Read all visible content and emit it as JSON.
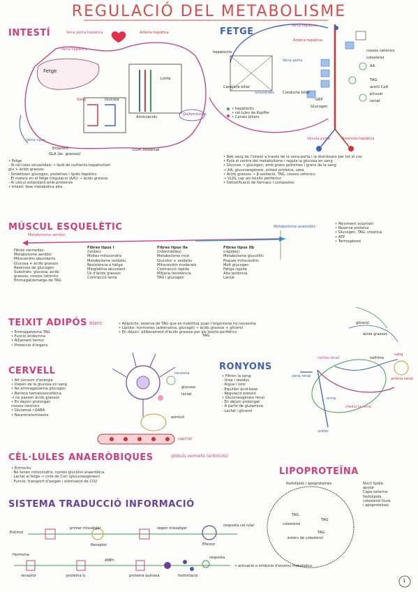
{
  "page": {
    "title": "REGULACIÓ DEL METABOLISME",
    "page_number": "1"
  },
  "intesti": {
    "heading": "INTESTÍ",
    "labels": {
      "vena_porta_hepatica": "Vena porta hepàtica",
      "artery_hepatica": "Artèria hepàtica",
      "vena_hepatica": "Vena hepàtica",
      "fetge": "Fetge",
      "vena_cava": "Vena cava",
      "quilomicrons": "Quilomicrons",
      "glucosa": "Glucosa",
      "aminoacids": "Aminoàcids",
      "limfa": "Limfa",
      "enterocit": "Enteròcit",
      "gla_ac_grassos": "GLA (àc. grassos)",
      "sang": "Sang",
      "llum_intestinal": "Llum intestinal"
    },
    "notes": [
      "• Fetge",
      "   - Al cèl·lules sinusoïdals → lipid de nutrients hepatocitari",
      "     glu + àcids grassos",
      "   - Sintetitzen glucògen, proteïnes i lípids hepàtics",
      "   - El mateix en el fetge (regulació (AA)) → àcids grassos",
      "   - Al càlcul estàndard amb proteïnes",
      "• Intestí: fase metabòlica alta"
    ]
  },
  "fetge": {
    "heading": "FETGE",
    "labels": {
      "vena_hepatica": "Vena hepàtica",
      "hepatocits": "hepatòcits",
      "arteria_hepatica": "Artèria hepàtica",
      "vena_porta": "Vena porta",
      "canalicle_biliar": "Canalicle biliar",
      "sinusoides": "Sinusoides",
      "conducte_biliar": "Conducte biliar",
      "venula_porta": "Vènula porta",
      "arteriola_hepatica": "Arteriola hepàtica",
      "g6p": "G6P",
      "glucogen": "Glucogen",
      "aa": "AA",
      "tag": "TAG",
      "acetil_coa": "acetil CoA",
      "piruvat": "piruvat",
      "lactat": "lactat",
      "cossos_cetonics": "cossos cetònics",
      "colesterol": "colesterol"
    },
    "legend": [
      "• hepatòcits",
      "• cèl·lules de Kupffer",
      "• Canals biliars"
    ],
    "notes": [
      "• Reb sang de l'intestí a través de la vena porta i la distribueix per tot el cos",
      "• Està al centre del metabolisme i regula la glucosa en sang",
      "• Glucosa → glucogen; amb grans proteïnes i grans de la sang",
      "   → AA, gluconeogènesi, síntesi proteica, urea",
      "• Àcids grassos → β-oxidació, TAG, cossos cetònics",
      "   → VLDL cap als teixits perifèrics",
      "• Detoxificació de fàrmacs i compostos"
    ]
  },
  "muscul": {
    "heading": "MÚSCUL ESQUELÈTIC",
    "arrow_left": "Metabolisme aeròbic",
    "arrow_right": "Metabolisme anaeròbic",
    "fibers": [
      {
        "name": "Fibres tipus I",
        "sub": "(lentes)",
        "lines": [
          "Moltes mitocondris",
          "Metabolisme oxidatiu",
          "Resistència a fatiga",
          "Mioglobina abundant",
          "Ús d'àcids grassos",
          "Contracció lenta"
        ]
      },
      {
        "name": "Fibres tipus IIa",
        "sub": "(intermèdies)",
        "lines": [
          "Metabolisme mixt",
          "Glucòlisi + oxidatiu",
          "Mitocondris moderats",
          "Contracció ràpida",
          "Mitjana resistència",
          "TAG i glucogen"
        ]
      },
      {
        "name": "Fibres tipus IIb",
        "sub": "(ràpides)",
        "lines": [
          "Metabolisme glucolític",
          "Poques mitocondris",
          "Molt glucogen",
          "Fatiga ràpida",
          "Alta potència",
          "Lactat"
        ]
      }
    ],
    "left_notes": [
      "Fibres vermelles:",
      "Metabolisme aeròbic",
      "Mitocondris abundants",
      "Glucosa + àcids grassos",
      "Reserves de glucogen",
      "Substrats: glucosa, àcids",
      "grassos, cossos cetònics",
      "Emmagatzematge de TAG"
    ],
    "right_notes": [
      "• Moviment voluntari",
      "• Reserva proteica",
      "• Glucogen, TAG, creatina",
      "• ATP",
      "• Termogènesi"
    ]
  },
  "teixit": {
    "heading": "TEIXIT ADIPÓS",
    "heading_extra": "blanc",
    "left_notes": [
      "• Emmagatzema TAG",
      "• Funció endocrina",
      "• Aïllament tèrmic",
      "• Protecció d'òrgans"
    ],
    "right_notes": [
      "• Adipòcits: reserva de TAG que es mobilitza quan l'organisme ho necessita",
      "• Lipòlisi: hormones (adrenalina, glucagó) → àcids grassos + glicerol",
      "• En dejuni: alliberament d'àcids grassos per als teixits perifèrics"
    ],
    "labels": {
      "tag": "TAG",
      "glicerol": "glicerol",
      "ag": "àcids grassos"
    }
  },
  "cervell": {
    "heading": "CERVELL",
    "notes": [
      "• Alt consum d'energia",
      "• Depèn de la glucosa en sang",
      "• No emmagatzema glucogen",
      "• Barrera hematoencefàlica",
      "   → no passen àcids grassos",
      "• En dejuni prolongat:",
      "   cossos cetònics",
      "• Glutamat i GABA",
      "• Neurotransmissors"
    ],
    "labels": {
      "neurona": "neurona",
      "astrocit": "astròcit",
      "glucosa": "glucosa",
      "lactat": "lactat",
      "capil_lar": "capil·lar"
    }
  },
  "ronyons": {
    "heading": "RONYONS",
    "notes": [
      "• Filtren la sang:",
      "   - Urea i residus",
      "   - Aigua i ions",
      "   - Equilibri àcid-base",
      "   - Regulació pressió",
      "• Gluconeogènesi renal",
      "   - En dejuni prolongat",
      "   - A partir de glutamina",
      "   - Lactat i glicerol"
    ],
    "labels": {
      "cortex_renal": "còrtex renal",
      "medul_la_renal": "medul·la renal",
      "nefrona": "nefrona",
      "ureter": "urèter",
      "sang": "sang",
      "orina": "orina",
      "arteria_renal": "artèria renal",
      "vena_renal": "vena renal"
    }
  },
  "cel_lules": {
    "heading": "CÈL·LULES ANAERÒBIQUES",
    "heading_extra": "glòbuls vermells (eritròcits)",
    "notes": [
      "• Eritròcits:",
      "   - No tenen mitocondris, només glucòlisi anaeròbica",
      "   - Lactat al fetge → cicle de Cori (gluconeogènesi)",
      "   - Funció: transport d'oxigen i eliminació de CO2"
    ]
  },
  "lipoproteina": {
    "heading": "LIPOPROTEÏNA",
    "core": [
      "TAG",
      "colesterol",
      "TAG",
      "TAG",
      "èsters de colesterol"
    ],
    "shell": "fosfolípids i apoproteïnes",
    "right_notes": [
      "Nucli lipídic",
      "apolar",
      "",
      "Capa externa:",
      "fosfolípids,",
      "colesterol lliure",
      "i apoproteïnes"
    ]
  },
  "sistema": {
    "heading": "SISTEMA TRADUCCIÓ INFORMACIÓ",
    "row1": [
      "Estímul",
      "primer missatger",
      "Receptor",
      "segon missatger",
      "Efector",
      "resposta cel·lular"
    ],
    "row2": [
      "Hormona",
      "receptor",
      "proteïna G",
      "AMPc",
      "proteïna quinasa",
      "fosforilació",
      "resposta"
    ],
    "footer": "→ activació o inhibició d'enzims metabòlics"
  }
}
